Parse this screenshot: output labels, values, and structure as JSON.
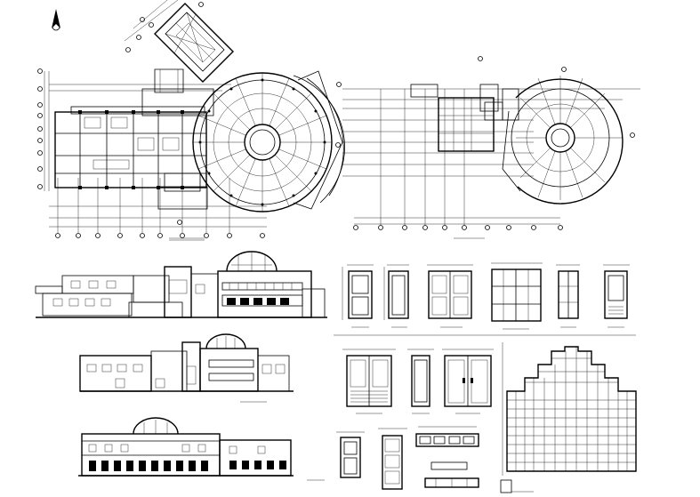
{
  "sheet": {
    "background": "#ffffff",
    "line_color": "#000000"
  },
  "symbols": {
    "north_arrow": "north-arrow-icon"
  },
  "panels": [
    {
      "id": "plan-1",
      "label": ""
    },
    {
      "id": "plan-2",
      "label": ""
    },
    {
      "id": "elevation-front",
      "label": ""
    },
    {
      "id": "elevation-side",
      "label": ""
    },
    {
      "id": "elevation-rear",
      "label": ""
    },
    {
      "id": "door-schedule-row-1",
      "label": ""
    },
    {
      "id": "door-schedule-row-2",
      "label": ""
    },
    {
      "id": "window-grid-elevation",
      "label": ""
    },
    {
      "id": "small-details",
      "label": ""
    }
  ]
}
